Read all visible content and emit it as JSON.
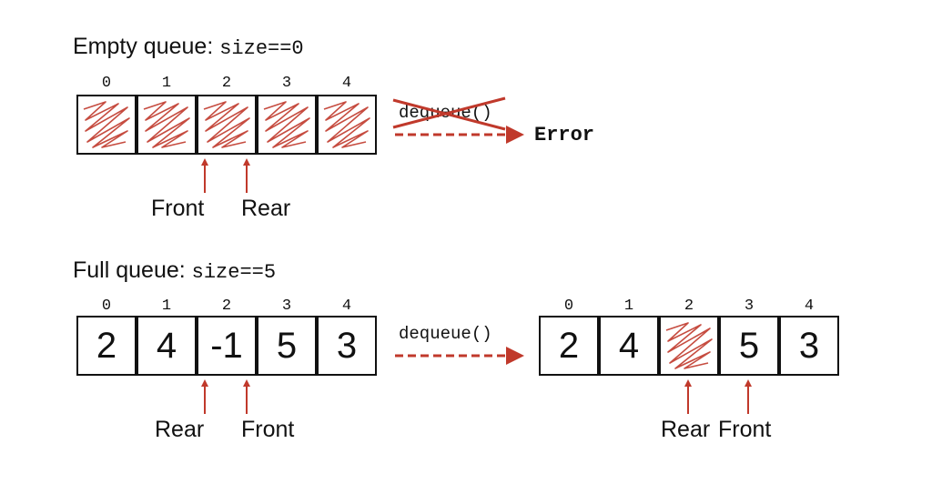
{
  "accent_color": "#c0392b",
  "empty_queue": {
    "title": "Empty queue: ",
    "condition": "size==0",
    "indices": [
      "0",
      "1",
      "2",
      "3",
      "4"
    ],
    "cells": [
      "",
      "",
      "",
      "",
      ""
    ],
    "operation": "dequeue()",
    "result": "Error",
    "pointer_labels": [
      "Front",
      "Rear"
    ]
  },
  "full_queue": {
    "title": "Full queue: ",
    "condition": "size==5",
    "indices": [
      "0",
      "1",
      "2",
      "3",
      "4"
    ],
    "cells": [
      "2",
      "4",
      "-1",
      "5",
      "3"
    ],
    "pointer_labels": [
      "Rear",
      "Front"
    ]
  },
  "after_dequeue": {
    "operation": "dequeue()",
    "indices": [
      "0",
      "1",
      "2",
      "3",
      "4"
    ],
    "cells": [
      "2",
      "4",
      "",
      "5",
      "3"
    ],
    "pointer_labels": [
      "Rear",
      "Front"
    ]
  }
}
